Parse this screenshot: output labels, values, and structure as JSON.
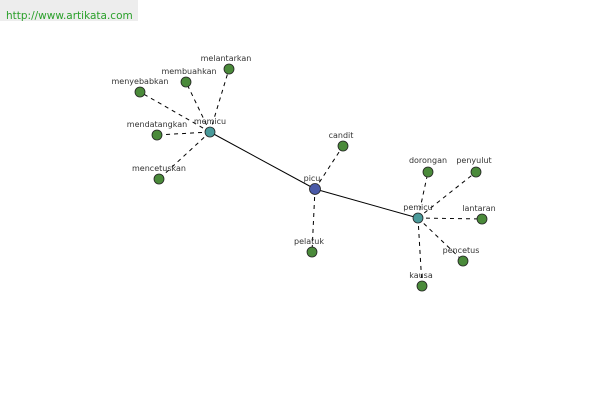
{
  "header": {
    "url": "http://www.artikata.com"
  },
  "colors": {
    "root": "#4a5aa8",
    "hub": "#4a9a9a",
    "leaf": "#4a8a3a"
  },
  "graph": {
    "nodes": [
      {
        "id": "picu",
        "label": "picu",
        "kind": "root"
      },
      {
        "id": "memicu",
        "label": "memicu",
        "kind": "hub"
      },
      {
        "id": "pemicu",
        "label": "pemicu",
        "kind": "hub"
      },
      {
        "id": "candit",
        "label": "candit",
        "kind": "leaf"
      },
      {
        "id": "pelatuk",
        "label": "pelatuk",
        "kind": "leaf"
      },
      {
        "id": "melantarkan",
        "label": "melantarkan",
        "kind": "leaf"
      },
      {
        "id": "membuahkan",
        "label": "membuahkan",
        "kind": "leaf"
      },
      {
        "id": "menyebabkan",
        "label": "menyebabkan",
        "kind": "leaf"
      },
      {
        "id": "mendatangkan",
        "label": "mendatangkan",
        "kind": "leaf"
      },
      {
        "id": "mencetuskan",
        "label": "mencetuskan",
        "kind": "leaf"
      },
      {
        "id": "dorongan",
        "label": "dorongan",
        "kind": "leaf"
      },
      {
        "id": "penyulut",
        "label": "penyulut",
        "kind": "leaf"
      },
      {
        "id": "lantaran",
        "label": "lantaran",
        "kind": "leaf"
      },
      {
        "id": "pencetus",
        "label": "pencetus",
        "kind": "leaf"
      },
      {
        "id": "kausa",
        "label": "kausa",
        "kind": "leaf"
      }
    ],
    "edges": [
      {
        "from": "picu",
        "to": "memicu",
        "style": "solid"
      },
      {
        "from": "picu",
        "to": "pemicu",
        "style": "solid"
      },
      {
        "from": "picu",
        "to": "candit",
        "style": "dashed"
      },
      {
        "from": "picu",
        "to": "pelatuk",
        "style": "dashed"
      },
      {
        "from": "memicu",
        "to": "melantarkan",
        "style": "dashed"
      },
      {
        "from": "memicu",
        "to": "membuahkan",
        "style": "dashed"
      },
      {
        "from": "memicu",
        "to": "menyebabkan",
        "style": "dashed"
      },
      {
        "from": "memicu",
        "to": "mendatangkan",
        "style": "dashed"
      },
      {
        "from": "memicu",
        "to": "mencetuskan",
        "style": "dashed"
      },
      {
        "from": "pemicu",
        "to": "dorongan",
        "style": "dashed"
      },
      {
        "from": "pemicu",
        "to": "penyulut",
        "style": "dashed"
      },
      {
        "from": "pemicu",
        "to": "lantaran",
        "style": "dashed"
      },
      {
        "from": "pemicu",
        "to": "pencetus",
        "style": "dashed"
      },
      {
        "from": "pemicu",
        "to": "kausa",
        "style": "dashed"
      }
    ]
  }
}
